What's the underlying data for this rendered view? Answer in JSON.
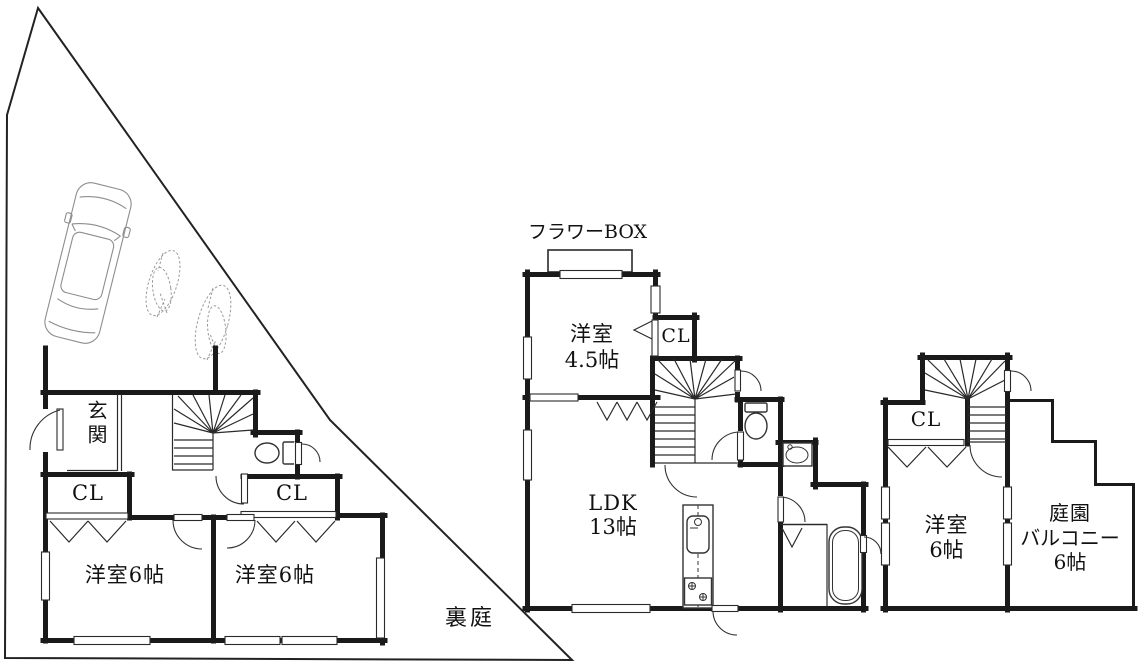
{
  "site": {
    "backyard_label": "裏庭"
  },
  "floor1": {
    "entrance_label": "玄関",
    "closet_left_label": "CL",
    "closet_right_label": "CL",
    "room_left_label": "洋室6帖",
    "room_right_label": "洋室6帖"
  },
  "floor2": {
    "flower_box_label": "フラワーBOX",
    "room45_line1": "洋室",
    "room45_line2": "4.5帖",
    "closet_label": "CL",
    "ldk_line1": "LDK",
    "ldk_line2": "13帖"
  },
  "floor3": {
    "closet_label": "CL",
    "room_line1": "洋室",
    "room_line2": "6帖",
    "balcony_line1": "庭園",
    "balcony_line2": "バルコニー",
    "balcony_line3": "6帖"
  },
  "icons": {
    "car": "car-top-view",
    "trees": "garden-tree-sketch",
    "stairs": "staircase-fan",
    "toilet": "toilet-bowl",
    "bathtub": "bathtub",
    "kitchen": "kitchen-sink-and-stove",
    "washbasin": "washbasin"
  },
  "colors": {
    "wall": "#1a1a1a",
    "line": "#333333",
    "sketch": "#8d8d8d",
    "background": "#ffffff",
    "text": "#111111"
  }
}
